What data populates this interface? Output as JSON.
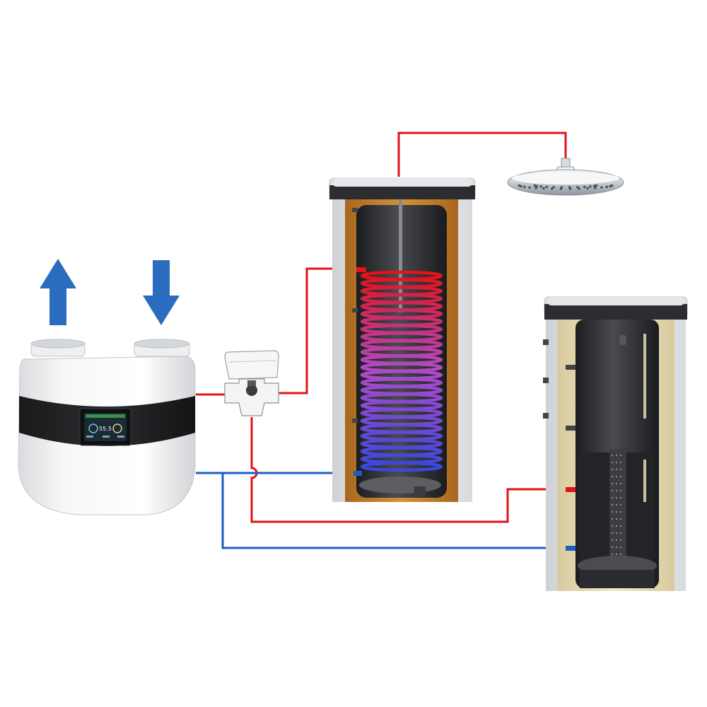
{
  "diagram": {
    "components": [
      {
        "id": "heat-pump",
        "icon": "heat-pump-unit"
      },
      {
        "id": "three-way-valve",
        "icon": "valve-icon"
      },
      {
        "id": "dhw-tank",
        "icon": "coil-storage-tank"
      },
      {
        "id": "buffer-tank",
        "icon": "buffer-storage-tank"
      },
      {
        "id": "shower-head",
        "icon": "shower-head-icon"
      }
    ],
    "airflow": {
      "exhaust_arrow": "arrow-up-icon",
      "intake_arrow": "arrow-down-icon"
    },
    "heat_pump_display": {
      "value": "55.5"
    }
  },
  "colors": {
    "hot_pipe": "#e0141b",
    "cold_pipe": "#1c5fc4",
    "arrow": "#2a6dbf",
    "tank_shell": "#e9eaec",
    "tank_insulation_orange": "#c8842e",
    "tank_insulation_cream": "#e6dbb4",
    "tank_core": "#2c2d30"
  }
}
